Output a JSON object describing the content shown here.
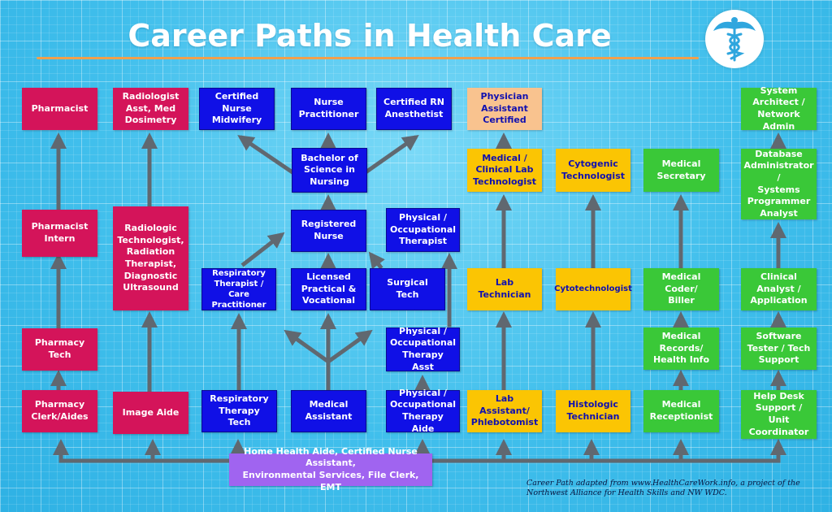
{
  "title": "Career Paths in Health Care",
  "credit": "Career Path adapted from www.HealthCareWork.info, a project of the\nNorthwest Alliance for Health Skills and NW WDC.",
  "colors": {
    "background": "#45c3ef",
    "pink": "#d4145a",
    "blue": "#1010e6",
    "yellow": "#fbc503",
    "peach": "#f9c38f",
    "green": "#3ac838",
    "purple": "#a064f0",
    "arrow": "#606870",
    "title_rule": "#f0a04b"
  },
  "logo_icon": "caduceus-icon",
  "boxes": {
    "pharmacist": "Pharmacist",
    "pharmacist_intern": "Pharmacist\nIntern",
    "pharmacy_tech": "Pharmacy\nTech",
    "pharmacy_clerk": "Pharmacy\nClerk/Aides",
    "radiologist_asst": "Radiologist\nAsst, Med\nDosimetry",
    "radiologic_tech": "Radiologic\nTechnologist,\nRadiation\nTherapist,\nDiagnostic\nUltrasound",
    "image_aide": "Image Aide",
    "nurse_midwifery": "Certified Nurse\nMidwifery",
    "nurse_practitioner": "Nurse\nPractitioner",
    "rn_anesthetist": "Certified RN\nAnesthetist",
    "bsn": "Bachelor of\nScience in\nNursing",
    "registered_nurse": "Registered\nNurse",
    "licensed_practical": "Licensed\nPractical &\nVocational",
    "respiratory_therapist": "Respiratory\nTherapist / Care\nPractitioner",
    "respiratory_tech": "Respiratory\nTherapy Tech",
    "medical_assistant": "Medical\nAssistant",
    "physical_therapist": "Physical /\nOccupational\nTherapist",
    "surgical_tech": "Surgical Tech",
    "pt_asst": "Physical /\nOccupational\nTherapy Asst",
    "pt_aide": "Physical /\nOccupational\nTherapy Aide",
    "physician_assistant": "Physician\nAssistant\nCertified",
    "clinical_lab_tech": "Medical /\nClinical Lab\nTechnologist",
    "lab_technician": "Lab Technician",
    "lab_assistant": "Lab Assistant/\nPhlebotomist",
    "cytogenic_tech": "Cytogenic\nTechnologist",
    "cytotechnologist": "Cytotechnologist",
    "histologic_tech": "Histologic\nTechnician",
    "medical_secretary": "Medical\nSecretary",
    "medical_coder": "Medical Coder/\nBiller",
    "medical_records": "Medical\nRecords/\nHealth Info",
    "medical_receptionist": "Medical\nReceptionist",
    "system_architect": "System\nArchitect /\nNetwork Admin",
    "database_admin": "Database\nAdministrator /\nSystems\nProgrammer\nAnalyst",
    "clinical_analyst": "Clinical\nAnalyst /\nApplication",
    "software_tester": "Software\nTester / Tech\nSupport",
    "help_desk": "Help Desk\nSupport / Unit\nCoordinator",
    "entry_level": "Home Health Aide, Certified Nurse Assistant,\nEnvironmental Services, File Clerk, EMT"
  }
}
